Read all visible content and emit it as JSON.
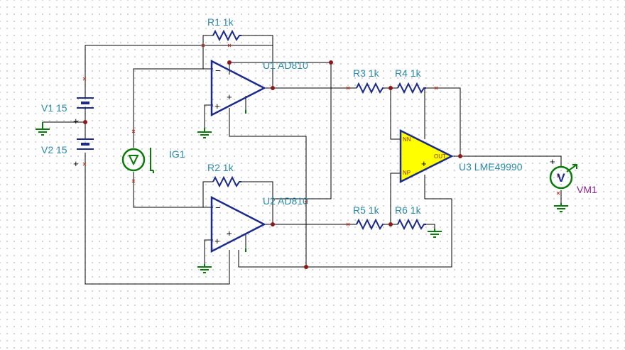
{
  "components": {
    "R1": "R1 1k",
    "R2": "R2 1k",
    "R3": "R3 1k",
    "R4": "R4 1k",
    "R5": "R5 1k",
    "R6": "R6 1k",
    "U1": "U1 AD810",
    "U2": "U2 AD810",
    "U3": "U3 LME49990",
    "V1": "V1 15",
    "V2": "V2 15",
    "IG1": "IG1",
    "VM1": "VM1"
  },
  "pins": {
    "minus": "−",
    "plus": "+",
    "nn": "NN",
    "np": "NP",
    "out": "OUT",
    "meter": "V"
  },
  "colors": {
    "component": "#1c2a8a",
    "label": "#2a8aa8",
    "ground": "#0a7a0a",
    "opamp_fill": "#ffff00",
    "junction": "#8a1a1a"
  }
}
